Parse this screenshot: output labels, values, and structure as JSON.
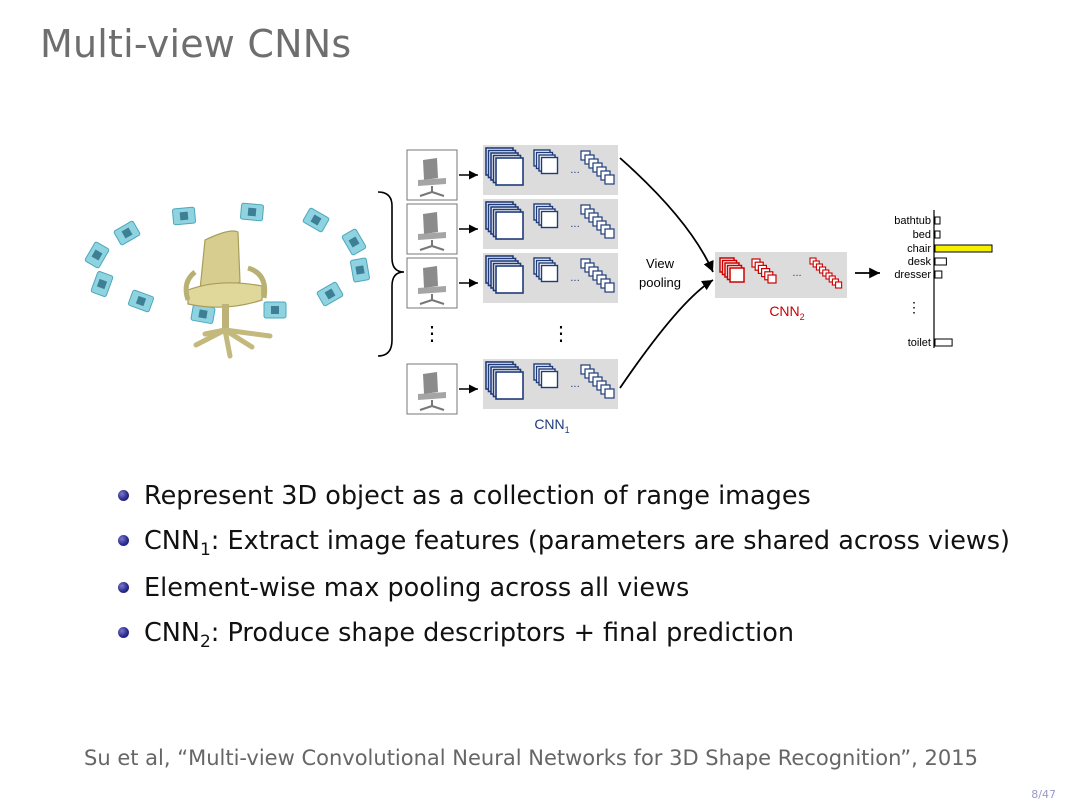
{
  "slide": {
    "title": "Multi-view CNNs",
    "page_number": "8/47"
  },
  "diagram": {
    "view_pooling_line1": "View",
    "view_pooling_line2": "pooling",
    "cnn1_label": "CNN",
    "cnn1_subscript": "1",
    "cnn2_label": "CNN",
    "cnn2_subscript": "2",
    "ellipsis": "...",
    "vertical_ellipsis": "⋮",
    "classes": [
      "bathtub",
      "bed",
      "chair",
      "desk",
      "dresser",
      "toilet"
    ],
    "class_scores": [
      0.05,
      0.05,
      1.0,
      0.2,
      0.12,
      0.3
    ],
    "highlight_class": "chair",
    "colors": {
      "cnn1": "#1f3b7a",
      "cnn2": "#cc0000",
      "highlight_bar": "#f5f000",
      "camera": "#8fd3e0",
      "chair": "#cfc68a"
    }
  },
  "bullets": [
    {
      "pre": "Represent 3D object as a collection of range images",
      "sub": "",
      "post": ""
    },
    {
      "pre": "CNN",
      "sub": "1",
      "post": ": Extract image features (parameters are shared across views)"
    },
    {
      "pre": "Element-wise max pooling across all views",
      "sub": "",
      "post": ""
    },
    {
      "pre": "CNN",
      "sub": "2",
      "post": ": Produce shape descriptors + final prediction"
    }
  ],
  "citation": "Su et al, “Multi-view Convolutional Neural Networks for 3D Shape Recognition”, 2015"
}
